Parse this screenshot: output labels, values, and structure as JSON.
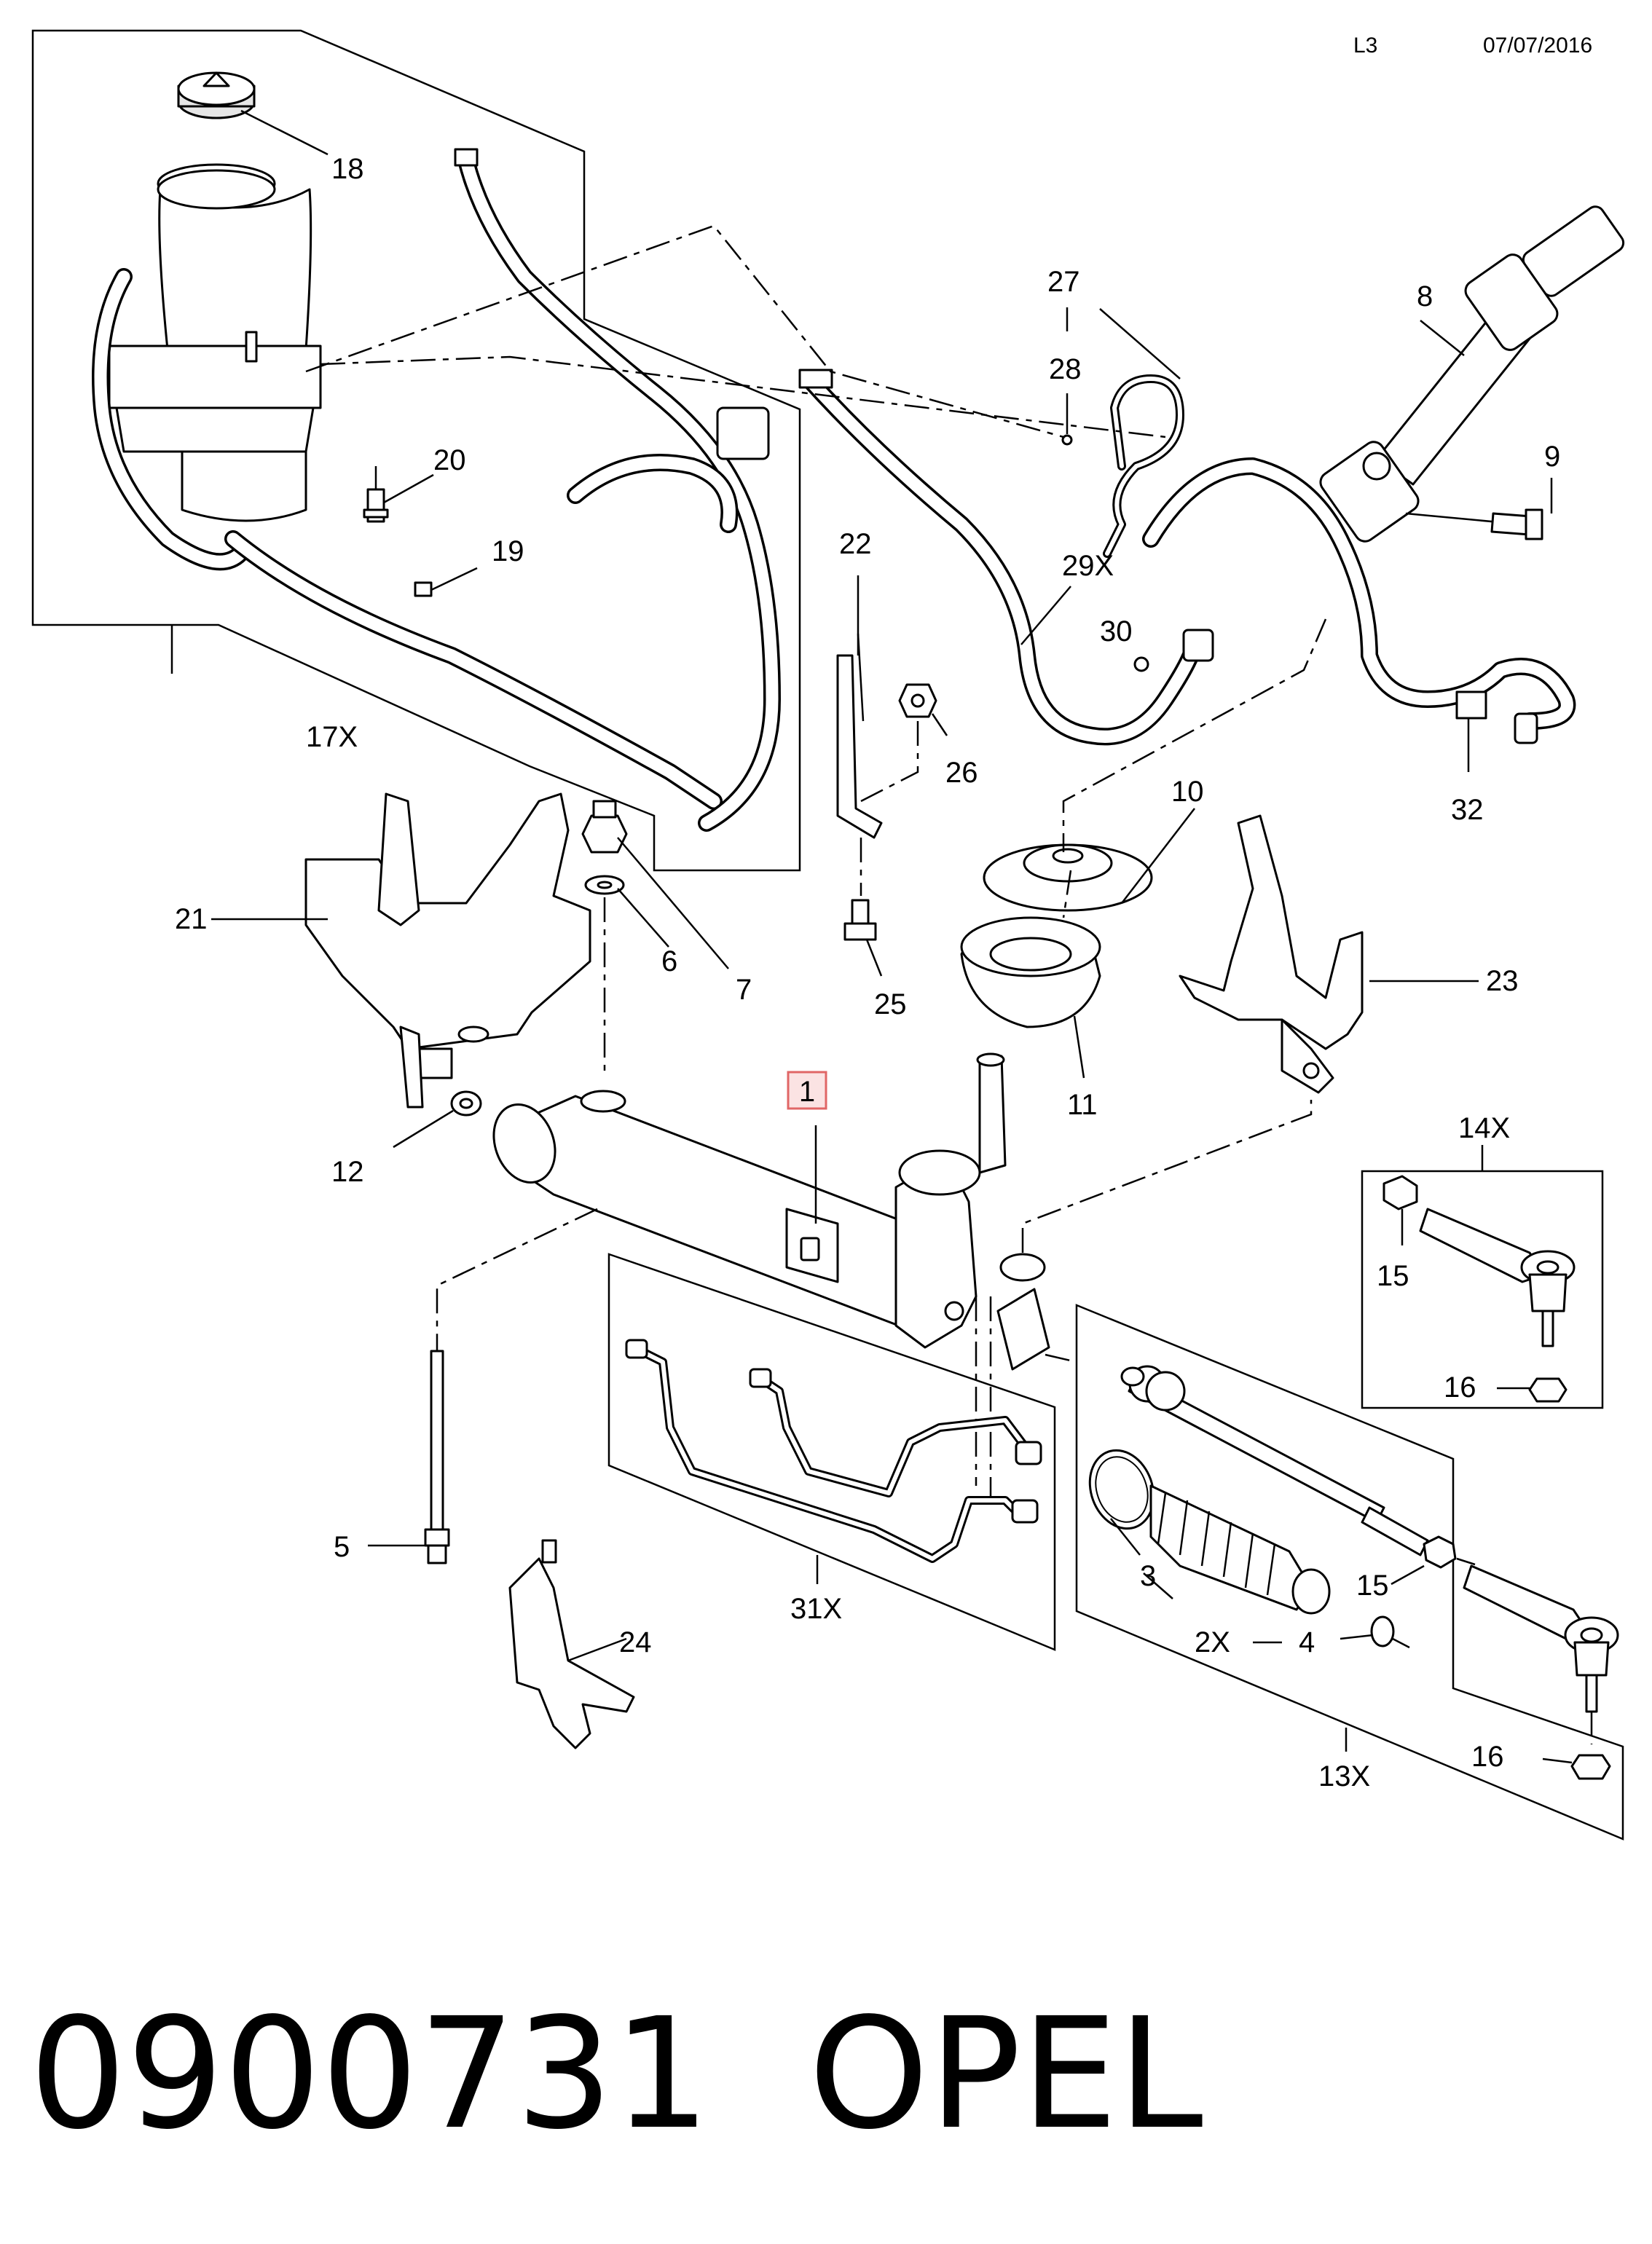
{
  "header": {
    "code": "L3",
    "date": "07/07/2016"
  },
  "footer": {
    "part_number": "0900731",
    "brand": "OPEL"
  },
  "callouts": {
    "c1": "1",
    "c2x": "2X",
    "c3": "3",
    "c4": "4",
    "c5": "5",
    "c6": "6",
    "c7": "7",
    "c8": "8",
    "c9": "9",
    "c10": "10",
    "c11": "11",
    "c12": "12",
    "c13x": "13X",
    "c14x": "14X",
    "c15a": "15",
    "c15b": "15",
    "c16a": "16",
    "c16b": "16",
    "c17x": "17X",
    "c18": "18",
    "c19": "19",
    "c20": "20",
    "c21": "21",
    "c22": "22",
    "c23": "23",
    "c24": "24",
    "c25": "25",
    "c26": "26",
    "c27": "27",
    "c28": "28",
    "c29x": "29X",
    "c30": "30",
    "c31x": "31X",
    "c32": "32"
  },
  "highlight_color": "#e06666"
}
